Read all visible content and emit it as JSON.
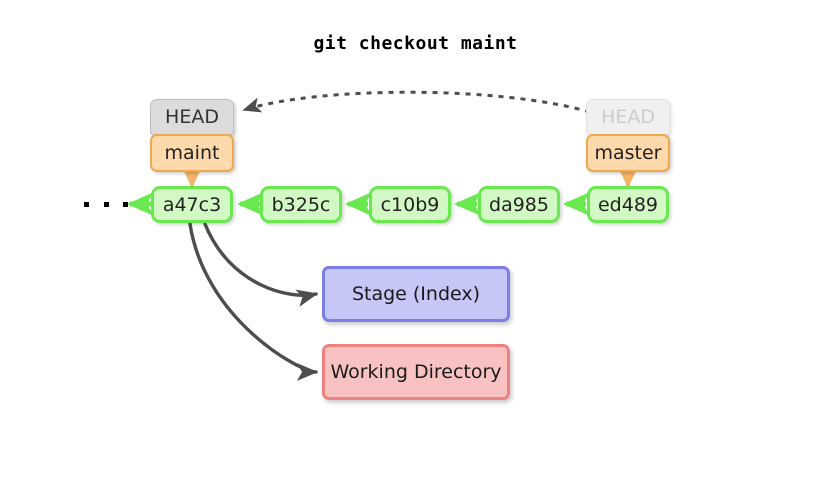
{
  "title": "git checkout maint",
  "nodes": {
    "head_left": {
      "label": "HEAD",
      "state": "active"
    },
    "head_right": {
      "label": "HEAD",
      "state": "faded"
    },
    "branch_maint": {
      "label": "maint"
    },
    "branch_master": {
      "label": "master"
    },
    "stage": {
      "label": "Stage (Index)"
    },
    "working_directory": {
      "label": "Working Directory"
    }
  },
  "commits": [
    {
      "id": "a47c3"
    },
    {
      "id": "b325c"
    },
    {
      "id": "c10b9"
    },
    {
      "id": "da985"
    },
    {
      "id": "ed489"
    }
  ],
  "ellipsis": "...",
  "colors": {
    "commit_fill": "#d2f8c4",
    "commit_border": "#6ae84f",
    "branch_fill": "#fdd9ab",
    "branch_border": "#f0a84c",
    "head_fill": "#dcdcdc",
    "head_fill_faded": "#f0f0f0",
    "head_text_faded": "#cccccc",
    "stage_fill": "#c6c6f7",
    "stage_border": "#7d7de8",
    "working_dir_fill": "#f9c2c2",
    "working_dir_border": "#ef8080",
    "arrow_gray": "#4d4d4d",
    "arrow_green": "#6ae84f",
    "arrow_orange": "#f5b36a",
    "background": "#ffffff"
  }
}
